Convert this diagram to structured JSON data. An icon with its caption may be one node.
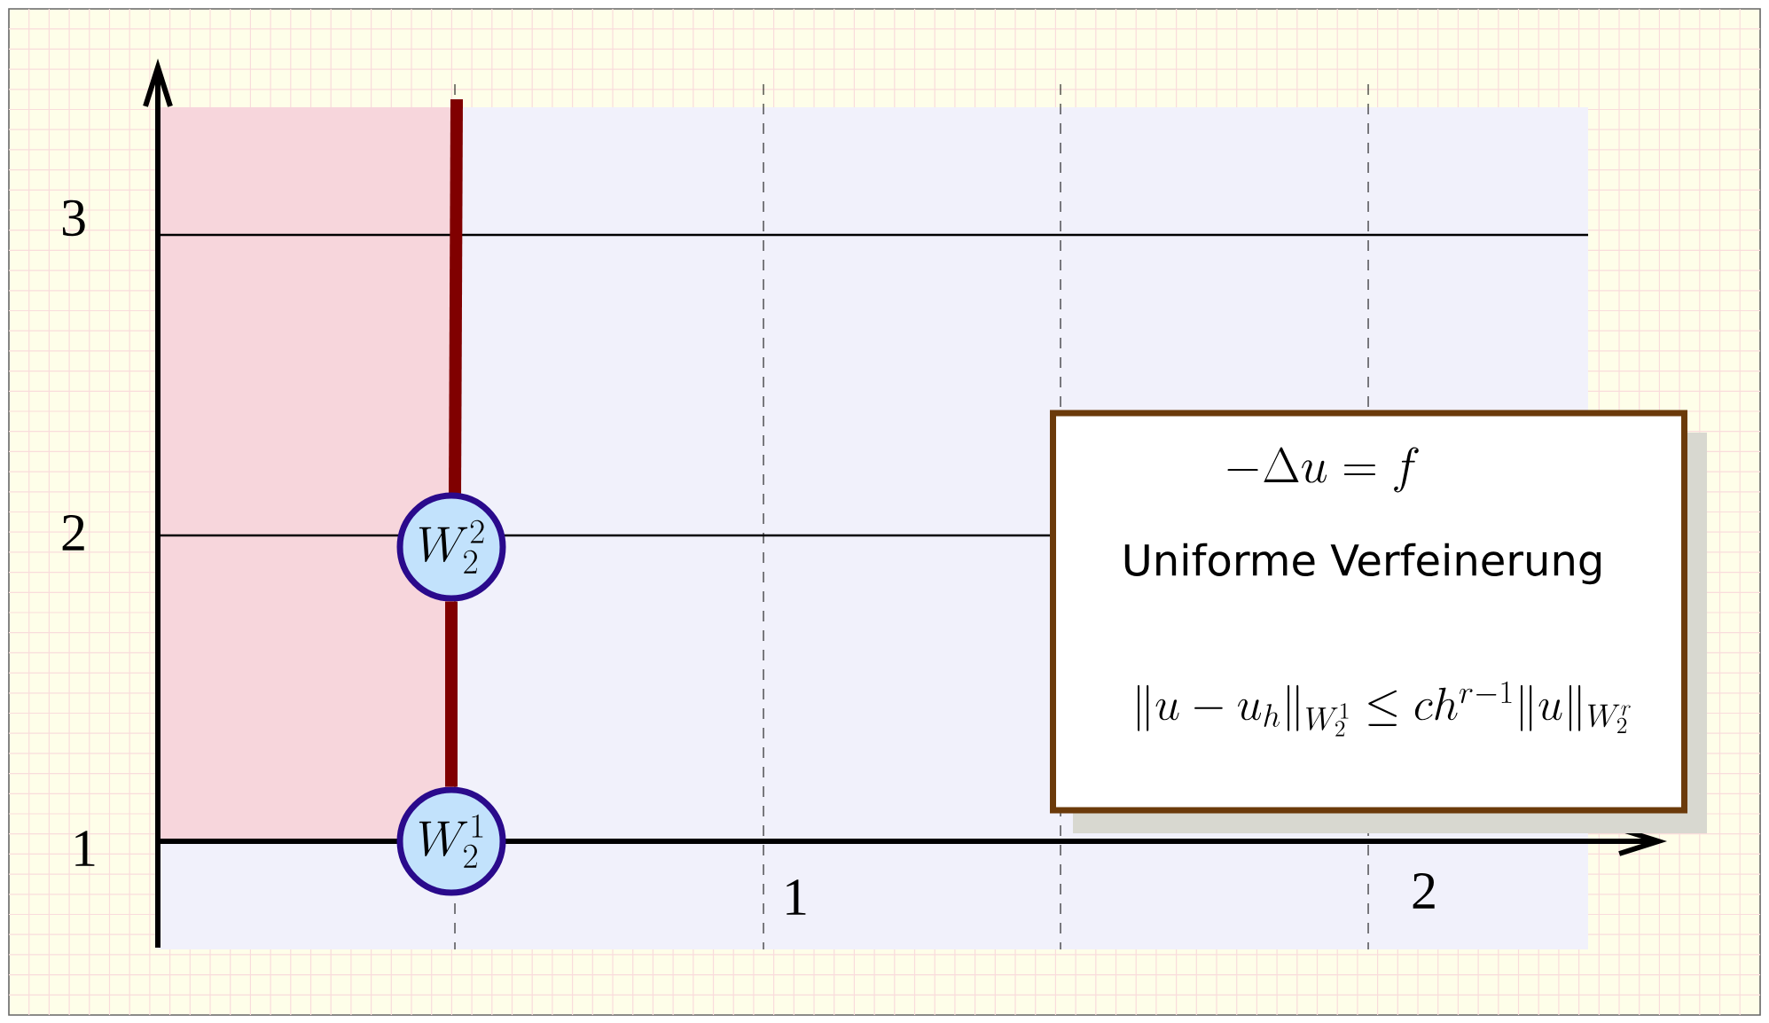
{
  "diagram": {
    "nodes": [
      {
        "text": [
          "W_{2}^{2}"
        ]
      },
      {
        "text": [
          "W_{2}^{1}"
        ]
      },
      {
        "text": [
          "-\\Delta u = f",
          "Uniforme Verfeinerung",
          "\\|u-u_{h}\\|_{W_{2}^{1}} \\leq c h^{r-1} \\|u\\|_{W_{2}^{r}}"
        ]
      }
    ],
    "edges": [
      {
        "from": 1,
        "to": 0,
        "arrow": "none"
      }
    ],
    "labels": [
      "3",
      "2",
      "1",
      "2",
      "1"
    ]
  }
}
